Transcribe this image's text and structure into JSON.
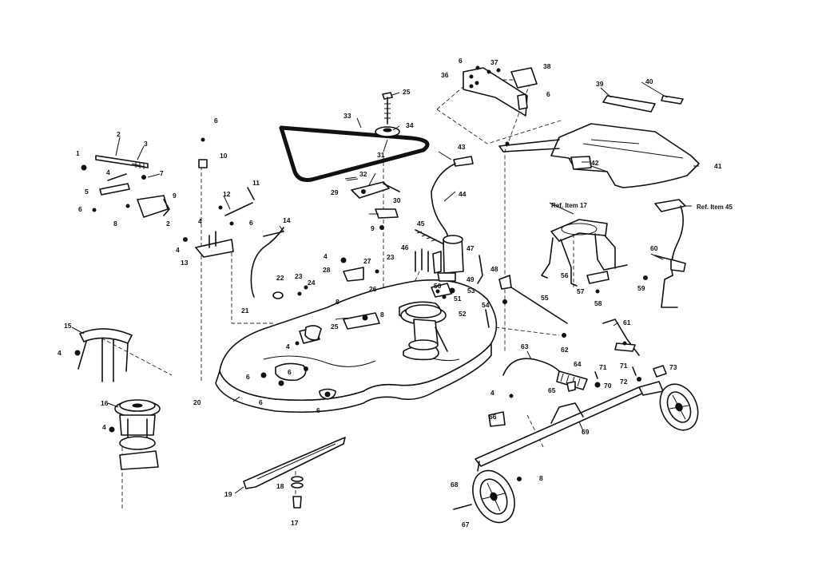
{
  "diagram": {
    "part_labels": [
      {
        "id": "p1",
        "text": "1"
      },
      {
        "id": "p2",
        "text": "2"
      },
      {
        "id": "p3",
        "text": "3"
      },
      {
        "id": "p4a",
        "text": "4"
      },
      {
        "id": "p5",
        "text": "5"
      },
      {
        "id": "p6a",
        "text": "6"
      },
      {
        "id": "p7",
        "text": "7"
      },
      {
        "id": "p8a",
        "text": "8"
      },
      {
        "id": "p9a",
        "text": "9"
      },
      {
        "id": "p2b",
        "text": "2"
      },
      {
        "id": "p6b",
        "text": "6"
      },
      {
        "id": "p10",
        "text": "10"
      },
      {
        "id": "p11",
        "text": "11"
      },
      {
        "id": "p12",
        "text": "12"
      },
      {
        "id": "p4b",
        "text": "4"
      },
      {
        "id": "p6c",
        "text": "6"
      },
      {
        "id": "p4c",
        "text": "4"
      },
      {
        "id": "p13",
        "text": "13"
      },
      {
        "id": "p14",
        "text": "14"
      },
      {
        "id": "p21",
        "text": "21"
      },
      {
        "id": "p22",
        "text": "22"
      },
      {
        "id": "p23a",
        "text": "23"
      },
      {
        "id": "p24",
        "text": "24"
      },
      {
        "id": "p33",
        "text": "33"
      },
      {
        "id": "p34",
        "text": "34"
      },
      {
        "id": "p25a",
        "text": "25"
      },
      {
        "id": "p31",
        "text": "31"
      },
      {
        "id": "p32",
        "text": "32"
      },
      {
        "id": "p29",
        "text": "29"
      },
      {
        "id": "p30",
        "text": "30"
      },
      {
        "id": "p9b",
        "text": "9"
      },
      {
        "id": "p4d",
        "text": "4"
      },
      {
        "id": "p28",
        "text": "28"
      },
      {
        "id": "p27",
        "text": "27"
      },
      {
        "id": "p23b",
        "text": "23"
      },
      {
        "id": "p26",
        "text": "26"
      },
      {
        "id": "p8b",
        "text": "8"
      },
      {
        "id": "p8c",
        "text": "8"
      },
      {
        "id": "p25b",
        "text": "25"
      },
      {
        "id": "p4e",
        "text": "4"
      },
      {
        "id": "p6d",
        "text": "6"
      },
      {
        "id": "p6e",
        "text": "6"
      },
      {
        "id": "p6f",
        "text": "6"
      },
      {
        "id": "p6g",
        "text": "6"
      },
      {
        "id": "p20",
        "text": "20"
      },
      {
        "id": "p15",
        "text": "15"
      },
      {
        "id": "p4f",
        "text": "4"
      },
      {
        "id": "p16",
        "text": "16"
      },
      {
        "id": "p4g",
        "text": "4"
      },
      {
        "id": "p19",
        "text": "19"
      },
      {
        "id": "p18",
        "text": "18"
      },
      {
        "id": "p17",
        "text": "17"
      },
      {
        "id": "p6h",
        "text": "6"
      },
      {
        "id": "p37",
        "text": "37"
      },
      {
        "id": "p36",
        "text": "36"
      },
      {
        "id": "p38",
        "text": "38"
      },
      {
        "id": "p6i",
        "text": "6"
      },
      {
        "id": "p39",
        "text": "39"
      },
      {
        "id": "p40",
        "text": "40"
      },
      {
        "id": "p41",
        "text": "41"
      },
      {
        "id": "p42",
        "text": "42"
      },
      {
        "id": "p43",
        "text": "43"
      },
      {
        "id": "p44",
        "text": "44"
      },
      {
        "id": "p45",
        "text": "45"
      },
      {
        "id": "p46",
        "text": "46"
      },
      {
        "id": "p47",
        "text": "47"
      },
      {
        "id": "p48",
        "text": "48"
      },
      {
        "id": "p49",
        "text": "49"
      },
      {
        "id": "p50",
        "text": "50"
      },
      {
        "id": "p51",
        "text": "51"
      },
      {
        "id": "p53",
        "text": "53"
      },
      {
        "id": "p52",
        "text": "52"
      },
      {
        "id": "p54",
        "text": "54"
      },
      {
        "id": "p55",
        "text": "55"
      },
      {
        "id": "p56",
        "text": "56"
      },
      {
        "id": "p57",
        "text": "57"
      },
      {
        "id": "p58",
        "text": "58"
      },
      {
        "id": "p59",
        "text": "59"
      },
      {
        "id": "p60",
        "text": "60"
      },
      {
        "id": "p61",
        "text": "61"
      },
      {
        "id": "p62",
        "text": "62"
      },
      {
        "id": "p63",
        "text": "63"
      },
      {
        "id": "p64",
        "text": "64"
      },
      {
        "id": "p65",
        "text": "65"
      },
      {
        "id": "p71a",
        "text": "71"
      },
      {
        "id": "p70",
        "text": "70"
      },
      {
        "id": "p71b",
        "text": "71"
      },
      {
        "id": "p72",
        "text": "72"
      },
      {
        "id": "p73",
        "text": "73"
      },
      {
        "id": "p4h",
        "text": "4"
      },
      {
        "id": "p66",
        "text": "66"
      },
      {
        "id": "p69",
        "text": "69"
      },
      {
        "id": "p68",
        "text": "68"
      },
      {
        "id": "p8d",
        "text": "8"
      },
      {
        "id": "p67",
        "text": "67"
      }
    ],
    "references": {
      "ref17": "Ref. Item 17",
      "ref45": "Ref. Item 45"
    }
  }
}
